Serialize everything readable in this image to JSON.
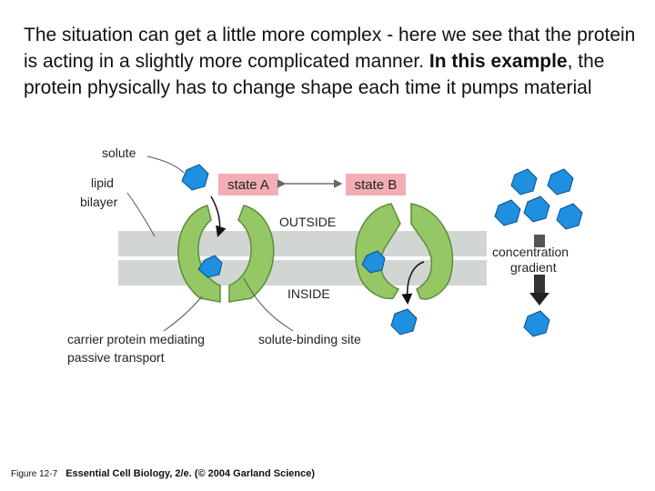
{
  "intro": {
    "line1": "The situation can get a little more complex - here we see that the protein is acting in a slightly more complicated manner.",
    "bold_lead": "In this example",
    "line2_rest": ", the protein physically has to change shape each time it pumps material"
  },
  "diagram": {
    "solute_label": "solute",
    "lipid_bilayer_label_1": "lipid",
    "lipid_bilayer_label_2": "bilayer",
    "state_a_label": "state A",
    "state_b_label": "state B",
    "outside_label": "OUTSIDE",
    "inside_label": "INSIDE",
    "concentration_label_1": "concentration",
    "concentration_label_2": "gradient",
    "carrier_label_1": "carrier protein mediating",
    "carrier_label_2": "passive transport",
    "binding_site_label": "solute-binding site",
    "colors": {
      "protein_green": "#95c865",
      "membrane_gray": "#d2d6d3",
      "solute_blue": "#1f8fe0",
      "state_box_pink": "#f3aeb3"
    }
  },
  "caption": {
    "figure_number": "Figure 12-7",
    "book": "Essential Cell Biology, 2/e. (© 2004 Garland Science)"
  }
}
